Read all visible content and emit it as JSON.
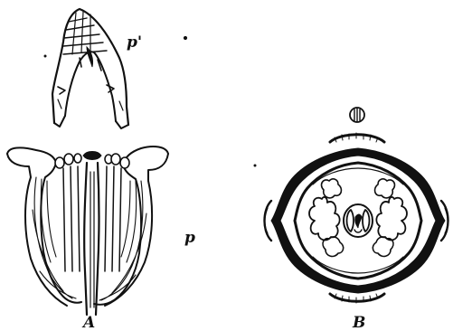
{
  "figure": {
    "labels": {
      "a": "A",
      "b": "B",
      "p_upper": "p'",
      "p_lower": "p"
    }
  }
}
